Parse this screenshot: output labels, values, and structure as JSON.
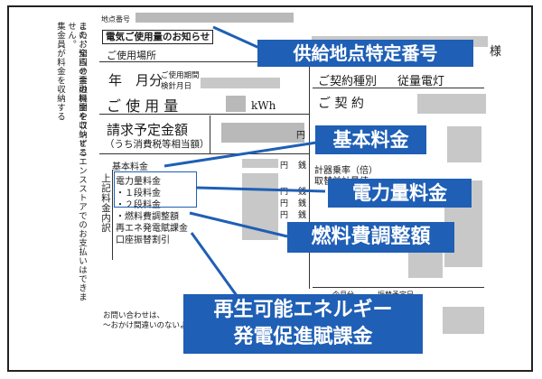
{
  "side_note": {
    "col1": "このお知らせ票の料金を収納する",
    "col2": "また、全国の金融機関やコンビニエンスストアでのお支払いはできません。",
    "col3": "集金員が料金を収納する"
  },
  "form": {
    "supply_point_no_label": "地点番号",
    "sama": "様",
    "title": "電気ご使用量のお知らせ",
    "location_label": "ご使用場所",
    "month_label": "年　月分",
    "meter_label_1": "ご使用期間",
    "meter_label_2": "検針月日",
    "contract_type_label": "ご契約種別",
    "contract_type_value": "従量電灯",
    "usage_label": "ご 使 用 量",
    "usage_unit": "kWh",
    "contract_label": "ご 契 約",
    "billing_label": "請求予定金額",
    "tax_note": "（うち消費税等相当額）",
    "yen": "円",
    "sen": "銭",
    "basic_fee_label": "基本料金",
    "energy_fee_label": "電力量料金",
    "tier1_label": "・１段料金",
    "tier2_label": "・２段料金",
    "fuel_adj_label": "・燃料費調整額",
    "renewable_label": "再エネ発電賦課金",
    "bank_label": "口座振替割引",
    "breakdown_vertical": "上記料金内訳",
    "multiplier_label": "計器乗率（倍）",
    "prev_reading_label": "取替前計量値",
    "this_month_label": "今月分",
    "transfer_date_label": "振替予定日",
    "contact_label": "お問い合わせは、",
    "contact_note": "～おかけ間違いのないよう"
  },
  "callouts": {
    "supply_point": "供給地点特定番号",
    "basic_fee": "基本料金",
    "energy_fee": "電力量料金",
    "fuel_adj": "燃料費調整額",
    "renewable_line1": "再生可能エネルギー",
    "renewable_line2": "発電促進賦課金"
  },
  "colors": {
    "callout_bg": "#1f5fb5",
    "redaction": "#b9b9b9"
  }
}
